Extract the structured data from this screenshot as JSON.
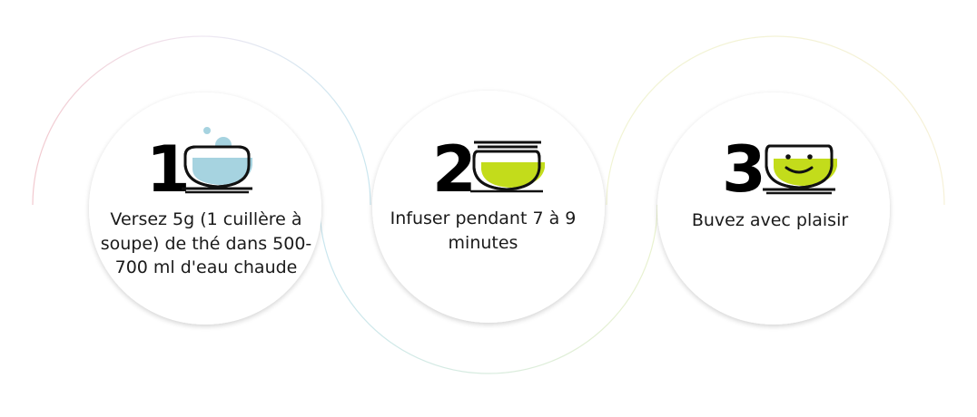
{
  "steps": [
    {
      "number": "1",
      "text": "Versez 5g (1 cuillère à soupe) de thé dans 500-700 ml d'eau chaude",
      "icon": "teapot-pouring-water-icon",
      "accent_color": "#a6d3e0"
    },
    {
      "number": "2",
      "text": "Infuser pendant 7 à 9 minutes",
      "icon": "teapot-with-lid-icon",
      "accent_color": "#c3dc1b"
    },
    {
      "number": "3",
      "text": "Buvez avec plaisir",
      "icon": "smiling-teapot-icon",
      "accent_color": "#c3dc1b"
    }
  ],
  "colors": {
    "background": "#ffffff",
    "ink": "#111111",
    "circle_fill": "#ffffff",
    "circle_shadow": "#e6e6e6"
  }
}
